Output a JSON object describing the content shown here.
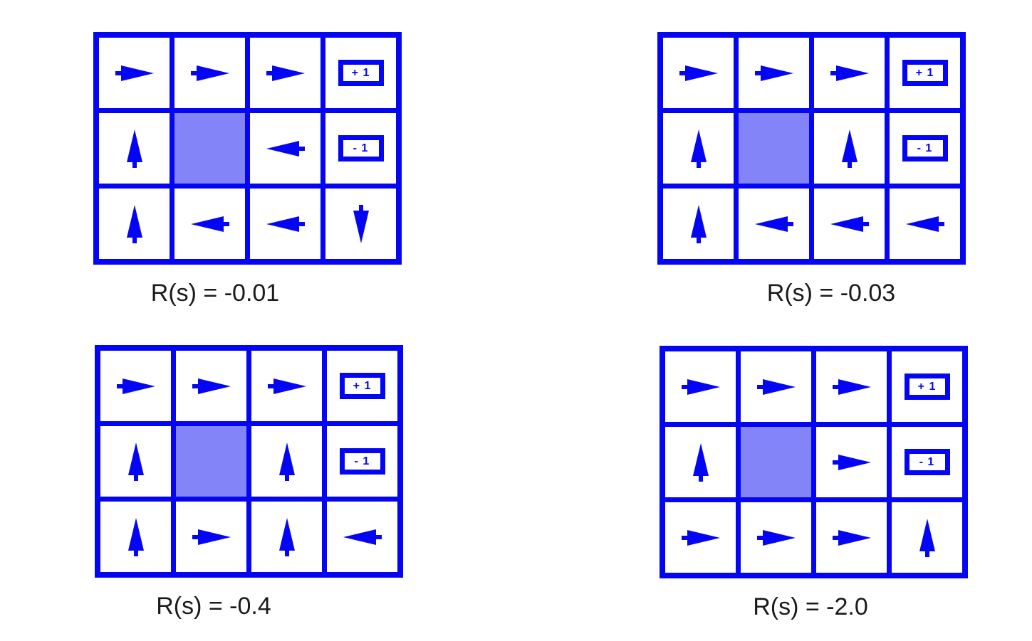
{
  "figure": {
    "description": "Four 4x3 gridworld optimal policies for different per-step rewards",
    "grid_rows": 3,
    "grid_cols": 4
  },
  "colors": {
    "line_and_arrow_blue": "#0505f5",
    "wall_fill": "#8484f9",
    "cell_fill": "#ffffff",
    "label_text": "#1b1b1b"
  },
  "terminal_labels": {
    "+1": "+ 1",
    "-1": "- 1"
  },
  "grids": [
    {
      "label": "R(s) = -0.01",
      "reward": -0.01,
      "cells": [
        [
          "right",
          "right",
          "right",
          "+1"
        ],
        [
          "up",
          "wall",
          "left",
          "-1"
        ],
        [
          "up",
          "left",
          "left",
          "down"
        ]
      ]
    },
    {
      "label": "R(s) = -0.03",
      "reward": -0.03,
      "cells": [
        [
          "right",
          "right",
          "right",
          "+1"
        ],
        [
          "up",
          "wall",
          "up",
          "-1"
        ],
        [
          "up",
          "left",
          "left",
          "left"
        ]
      ]
    },
    {
      "label": "R(s) = -0.4",
      "reward": -0.4,
      "cells": [
        [
          "right",
          "right",
          "right",
          "+1"
        ],
        [
          "up",
          "wall",
          "up",
          "-1"
        ],
        [
          "up",
          "right",
          "up",
          "left"
        ]
      ]
    },
    {
      "label": "R(s) = -2.0",
      "reward": -2.0,
      "cells": [
        [
          "right",
          "right",
          "right",
          "+1"
        ],
        [
          "up",
          "wall",
          "right",
          "-1"
        ],
        [
          "right",
          "right",
          "right",
          "up"
        ]
      ]
    }
  ]
}
